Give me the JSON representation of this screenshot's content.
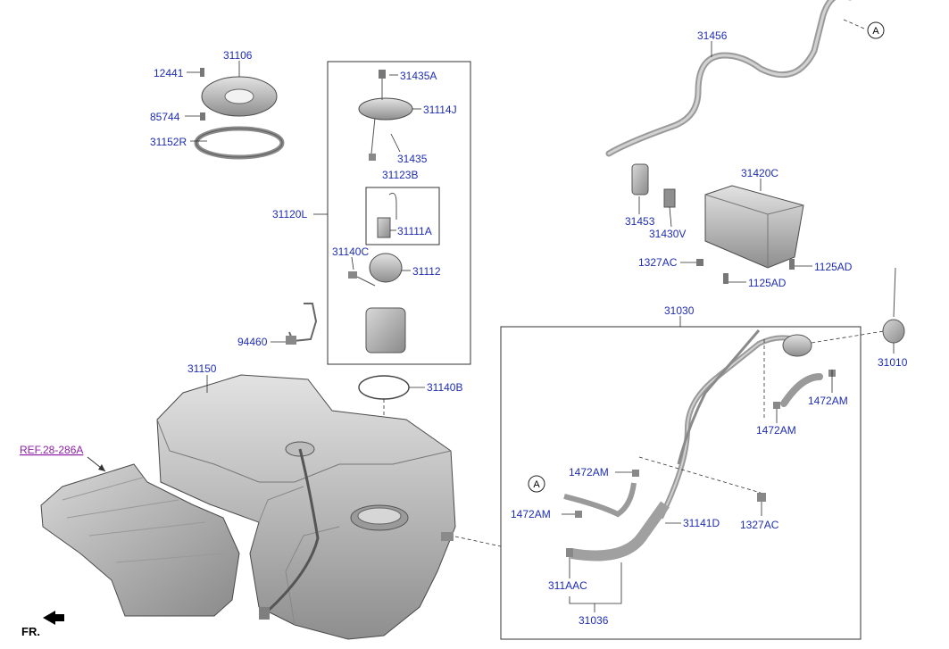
{
  "labels": {
    "p31106": "31106",
    "p12441": "12441",
    "p85744": "85744",
    "p31152r": "31152R",
    "p31435a": "31435A",
    "p31114j": "31114J",
    "p31435": "31435",
    "p31123b": "31123B",
    "p31120l": "31120L",
    "p31111a": "31111A",
    "p31140c": "31140C",
    "p31112": "31112",
    "p94460": "94460",
    "p31140b": "31140B",
    "p31150": "31150",
    "p31456": "31456",
    "p31420c": "31420C",
    "p31453": "31453",
    "p31430v": "31430V",
    "p1327ac_top": "1327AC",
    "p1125ad_right": "1125AD",
    "p1125ad_bottom": "1125AD",
    "p31030": "31030",
    "p31010": "31010",
    "p1472am_right": "1472AM",
    "p1472am_mid": "1472AM",
    "p1472am_upper": "1472AM",
    "p1472am_lower": "1472AM",
    "p31141d": "31141D",
    "p1327ac_bottom": "1327AC",
    "p311aac": "311AAC",
    "p31036": "31036",
    "marker_a_top": "A",
    "marker_a_left": "A",
    "ref_heat": "REF.28-286A",
    "front": "FR."
  },
  "colors": {
    "label": "#1e2db4",
    "ref_label": "#8e1fa8",
    "part_fill": "#c8c8c8",
    "part_dark": "#8c8c8c",
    "line": "#2a2a2a"
  }
}
